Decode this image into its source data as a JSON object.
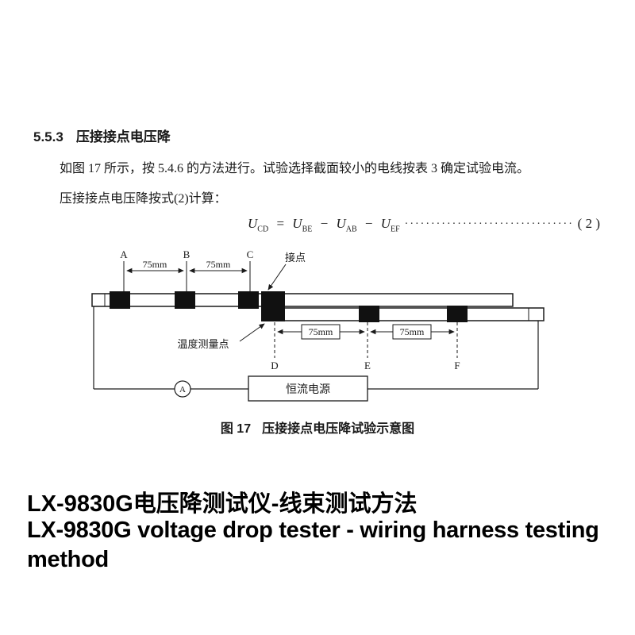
{
  "colors": {
    "text": "#1a1a1a",
    "footer_text": "#000000",
    "background": "#ffffff",
    "line": "#1a1a1a"
  },
  "doc": {
    "section_number": "5.5.3",
    "section_title": "压接接点电压降",
    "para1": "如图 17 所示，按 5.4.6 的方法进行。试验选择截面较小的电线按表 3 确定试验电流。",
    "para2": "压接接点电压降按式(2)计算："
  },
  "formula": {
    "var": "U",
    "sub_cd": "CD",
    "equals": "=",
    "minus": "−",
    "sub_be": "BE",
    "sub_ab": "AB",
    "sub_ef": "EF",
    "leader_dots": "··········································································································",
    "eq_number": "( 2 )"
  },
  "figure": {
    "caption_prefix": "图 17",
    "caption_text": "压接接点电压降试验示意图",
    "labels": {
      "a": "A",
      "b": "B",
      "c": "C",
      "d": "D",
      "e": "E",
      "f": "F",
      "dim_ab": "75mm",
      "dim_bc": "75mm",
      "dim_de": "75mm",
      "dim_ef": "75mm",
      "contact": "接点",
      "temp_point": "温度测量点",
      "power_supply": "恒流电源",
      "ammeter": "A"
    }
  },
  "footer": {
    "title_zh": "LX-9830G电压降测试仪-线束测试方法",
    "title_en": "LX-9830G voltage drop tester - wiring harness testing method"
  }
}
